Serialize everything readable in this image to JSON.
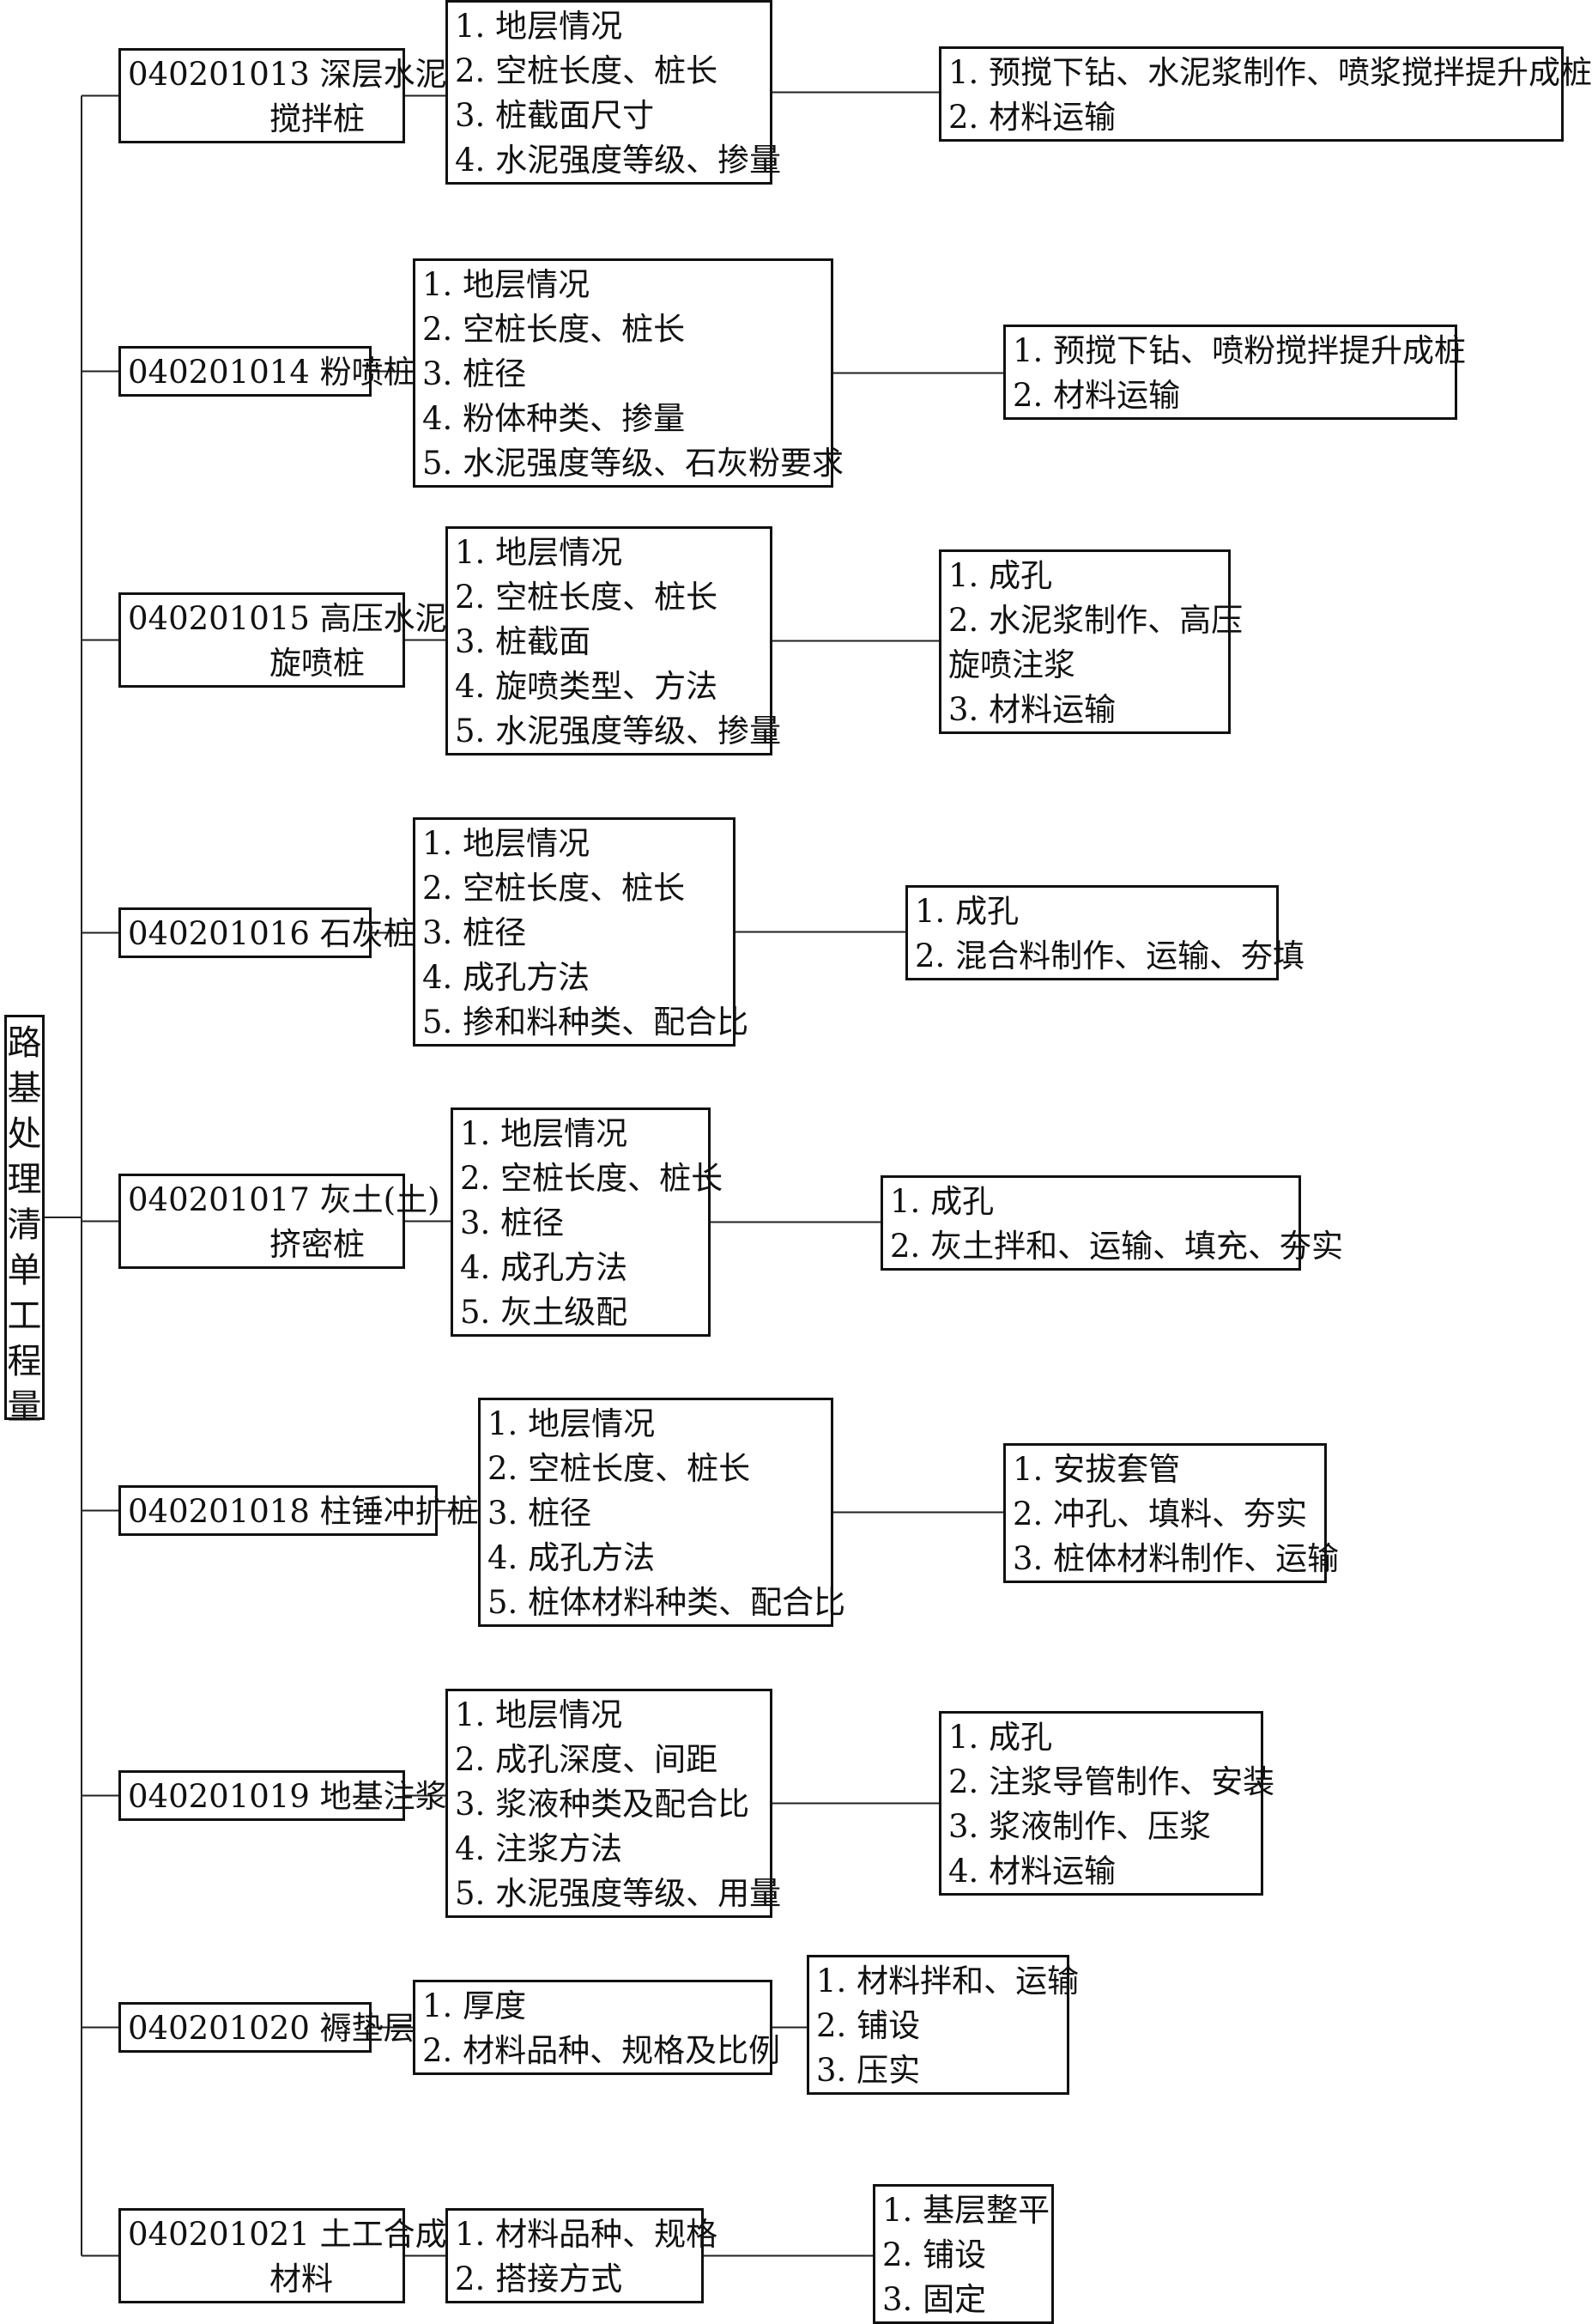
{
  "root": {
    "title_chars": [
      "路",
      "基",
      "处",
      "理",
      "清",
      "单",
      "工",
      "程",
      "量"
    ]
  },
  "items": [
    {
      "code": "040201013",
      "name_lines": [
        "深层水泥",
        "搅拌桩"
      ],
      "features": [
        "1.  地层情况",
        "2.  空桩长度、桩长",
        "3.  桩截面尺寸",
        "4.  水泥强度等级、掺量"
      ],
      "work": [
        "1.  预搅下钻、水泥浆制作、喷浆搅拌提升成桩",
        "2.  材料运输"
      ]
    },
    {
      "code": "040201014",
      "name_lines": [
        "粉喷桩"
      ],
      "features": [
        "1.  地层情况",
        "2.  空桩长度、桩长",
        "3.  桩径",
        "4.  粉体种类、掺量",
        "5.  水泥强度等级、石灰粉要求"
      ],
      "work": [
        "1.  预搅下钻、喷粉搅拌提升成桩",
        "2.  材料运输"
      ]
    },
    {
      "code": "040201015",
      "name_lines": [
        "高压水泥",
        "旋喷桩"
      ],
      "features": [
        "1.  地层情况",
        "2.  空桩长度、桩长",
        "3.  桩截面",
        "4.  旋喷类型、方法",
        "5.  水泥强度等级、掺量"
      ],
      "work": [
        "1.  成孔",
        "2.  水泥浆制作、高压",
        "旋喷注浆",
        "3.  材料运输"
      ]
    },
    {
      "code": "040201016",
      "name_lines": [
        "石灰桩"
      ],
      "features": [
        "1.  地层情况",
        "2.  空桩长度、桩长",
        "3.  桩径",
        "4.  成孔方法",
        "5.  掺和料种类、配合比"
      ],
      "work": [
        "1.  成孔",
        "2.  混合料制作、运输、夯填"
      ]
    },
    {
      "code": "040201017",
      "name_lines": [
        "灰土(土)",
        "挤密桩"
      ],
      "features": [
        "1.  地层情况",
        "2.  空桩长度、桩长",
        "3.  桩径",
        "4.  成孔方法",
        "5.  灰土级配"
      ],
      "work": [
        "1.  成孔",
        "2.  灰土拌和、运输、填充、夯实"
      ]
    },
    {
      "code": "040201018",
      "name_lines": [
        "柱锤冲扩桩"
      ],
      "features": [
        "1.  地层情况",
        "2.  空桩长度、桩长",
        "3.  桩径",
        "4.  成孔方法",
        "5.  桩体材料种类、配合比"
      ],
      "work": [
        "1.  安拔套管",
        "2.  冲孔、填料、夯实",
        "3.  桩体材料制作、运输"
      ]
    },
    {
      "code": "040201019",
      "name_lines": [
        "地基注浆"
      ],
      "features": [
        "1.  地层情况",
        "2.  成孔深度、间距",
        "3.  浆液种类及配合比",
        "4.  注浆方法",
        "5.  水泥强度等级、用量"
      ],
      "work": [
        "1.  成孔",
        "2.  注浆导管制作、安装",
        "3.  浆液制作、压浆",
        "4.  材料运输"
      ]
    },
    {
      "code": "040201020",
      "name_lines": [
        "褥垫层"
      ],
      "features": [
        "1.  厚度",
        "2.  材料品种、规格及比例"
      ],
      "work": [
        "1.  材料拌和、运输",
        "2.  铺设",
        "3.  压实"
      ]
    },
    {
      "code": "040201021",
      "name_lines": [
        "土工合成",
        "材料"
      ],
      "features": [
        "1.  材料品种、规格",
        "2.  搭接方式"
      ],
      "work": [
        "1.  基层整平",
        "2.  铺设",
        "3.  固定"
      ]
    }
  ]
}
